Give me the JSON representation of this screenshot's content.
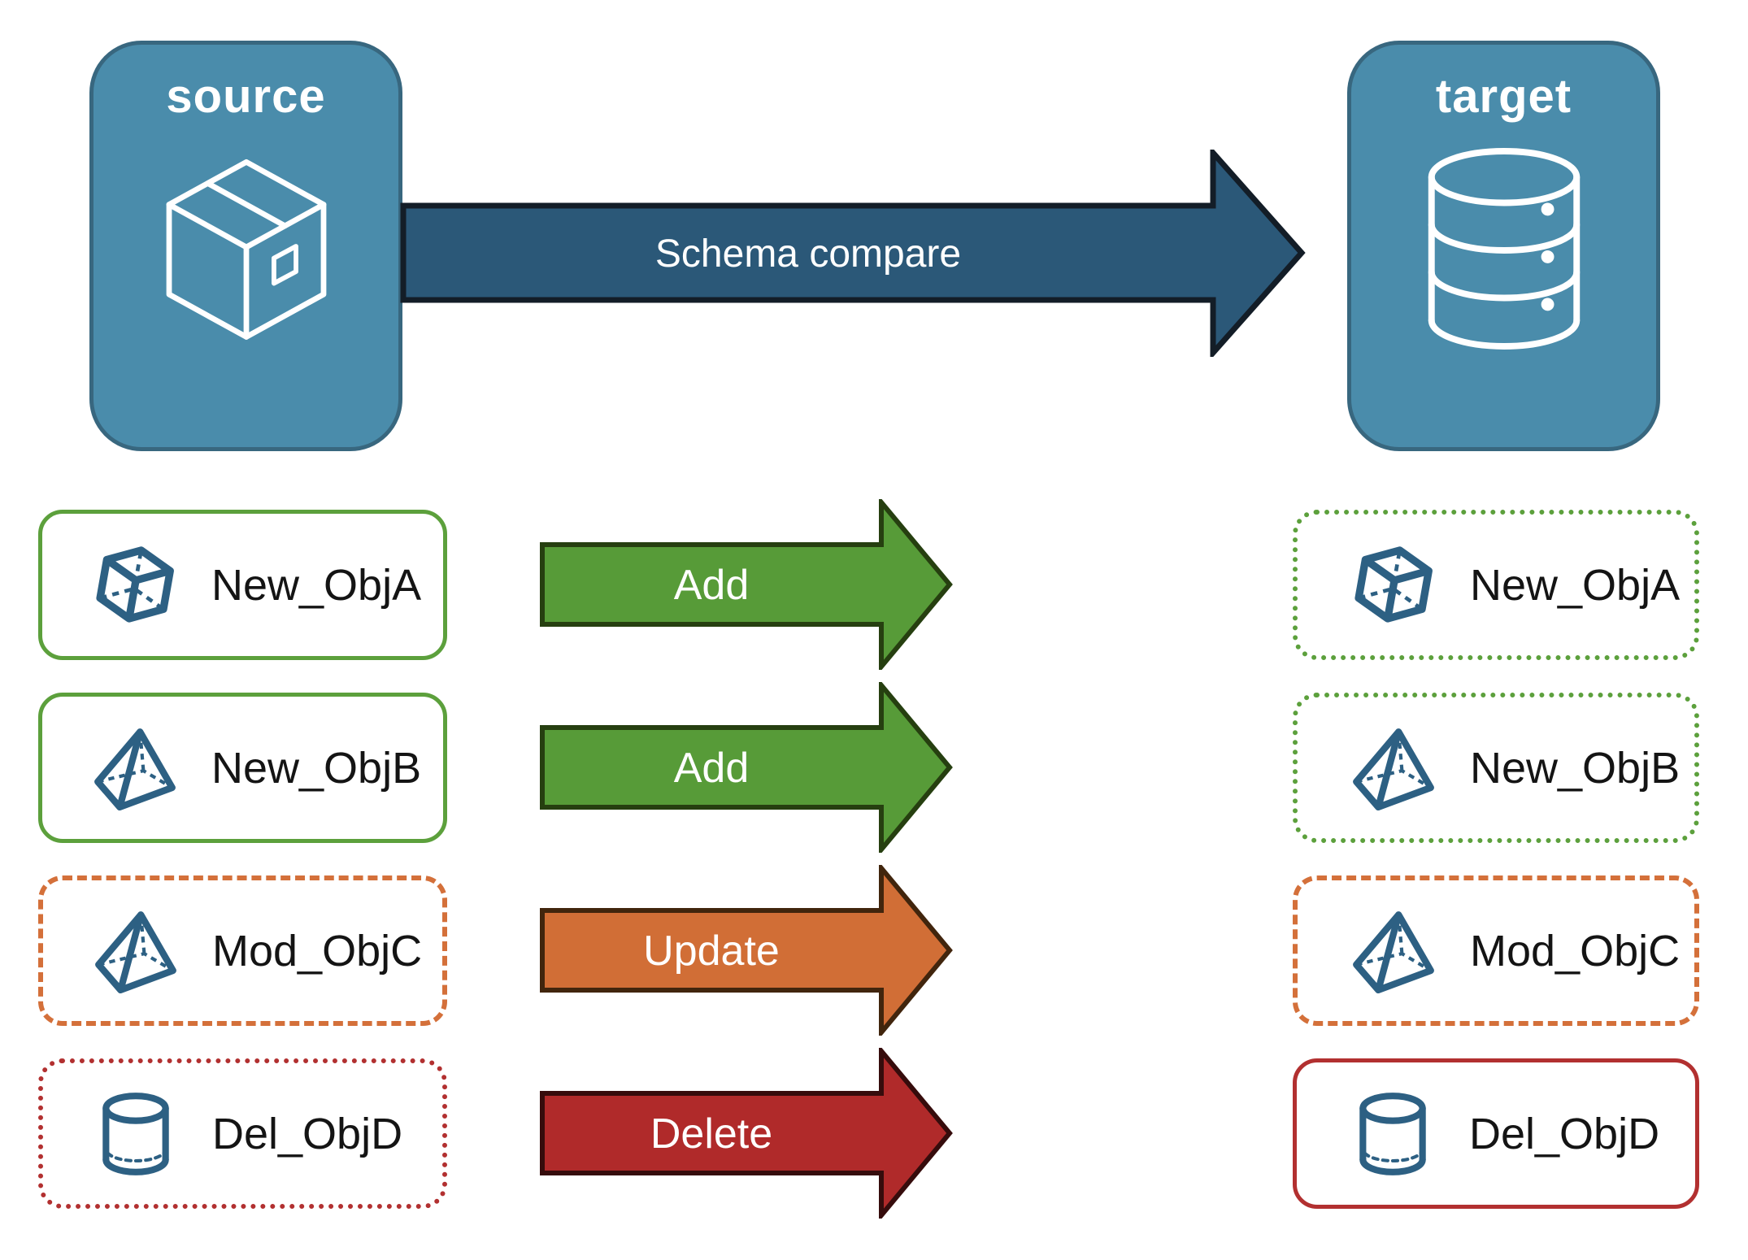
{
  "top": {
    "source_label": "source",
    "target_label": "target",
    "arrow_label": "Schema compare",
    "arrow_fill": "#2b5878",
    "arrow_stroke": "#131d27"
  },
  "node_style": {
    "fill": "#4a8cab",
    "stroke": "#38677f",
    "title_color": "#ffffff"
  },
  "icon_color": "#2d6083",
  "rows": [
    {
      "object": "New_ObjA",
      "icon": "cube-icon",
      "action": "Add",
      "accent": "#5ca03c",
      "arrow_fill": "#579b38",
      "arrow_stroke": "#263f10",
      "source_border_style": "solid",
      "target_border_style": "dotted"
    },
    {
      "object": "New_ObjB",
      "icon": "pyramid-icon",
      "action": "Add",
      "accent": "#5ca03c",
      "arrow_fill": "#579b38",
      "arrow_stroke": "#263f10",
      "source_border_style": "solid",
      "target_border_style": "dotted"
    },
    {
      "object": "Mod_ObjC",
      "icon": "pyramid-icon",
      "action": "Update",
      "accent": "#d4703a",
      "arrow_fill": "#d16e36",
      "arrow_stroke": "#41250d",
      "source_border_style": "dashed",
      "target_border_style": "dashed"
    },
    {
      "object": "Del_ObjD",
      "icon": "cylinder-icon",
      "action": "Delete",
      "accent": "#b23030",
      "arrow_fill": "#b02a2a",
      "arrow_stroke": "#360c0c",
      "source_border_style": "dotted",
      "target_border_style": "solid"
    }
  ]
}
